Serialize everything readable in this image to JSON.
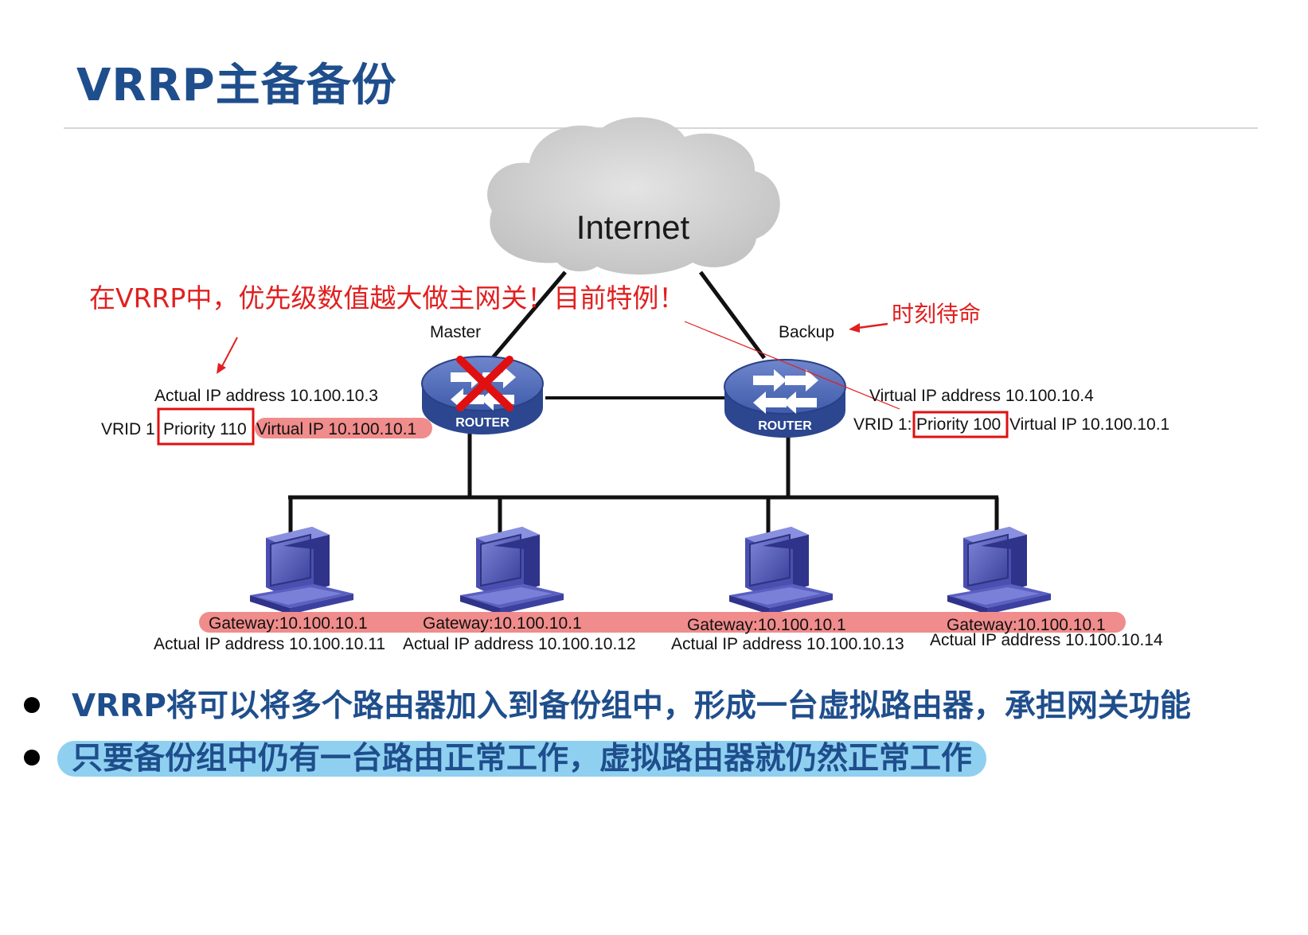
{
  "title": "VRRP主备备份",
  "cloud": {
    "label": "Internet"
  },
  "annotations": {
    "main_note": "在VRRP中，优先级数值越大做主网关！目前特例！",
    "standby_note": "时刻待命"
  },
  "routers": {
    "master": {
      "role": "Master",
      "badge": "ROUTER",
      "actual_ip": "Actual IP address 10.100.10.3",
      "vrid": "VRID 1",
      "priority": "Priority 110",
      "virtual_ip": "Virtual IP  10.100.10.1"
    },
    "backup": {
      "role": "Backup",
      "badge": "ROUTER",
      "actual_ip": "Virtual IP address 10.100.10.4",
      "vrid": "VRID 1:",
      "priority": "Priority 100",
      "virtual_ip": "Virtual IP  10.100.10.1"
    }
  },
  "hosts": [
    {
      "gateway": "Gateway:10.100.10.1",
      "actual_ip": "Actual IP address 10.100.10.11"
    },
    {
      "gateway": "Gateway:10.100.10.1",
      "actual_ip": "Actual IP address 10.100.10.12"
    },
    {
      "gateway": "Gateway:10.100.10.1",
      "actual_ip": "Actual IP address 10.100.10.13"
    },
    {
      "gateway": "Gateway:10.100.10.1",
      "actual_ip": "Actual IP address 10.100.10.14"
    }
  ],
  "bullets": [
    "VRRP将可以将多个路由器加入到备份组中，形成一台虚拟路由器，承担网关功能",
    "只要备份组中仍有一台路由正常工作，虚拟路由器就仍然正常工作"
  ],
  "colors": {
    "title": "#1f4e8c",
    "annotation_red": "#e02020",
    "highlight_pink": "#f08c8c",
    "highlight_blue": "#8fd0f0",
    "router_blue": "#3d5aa8"
  }
}
